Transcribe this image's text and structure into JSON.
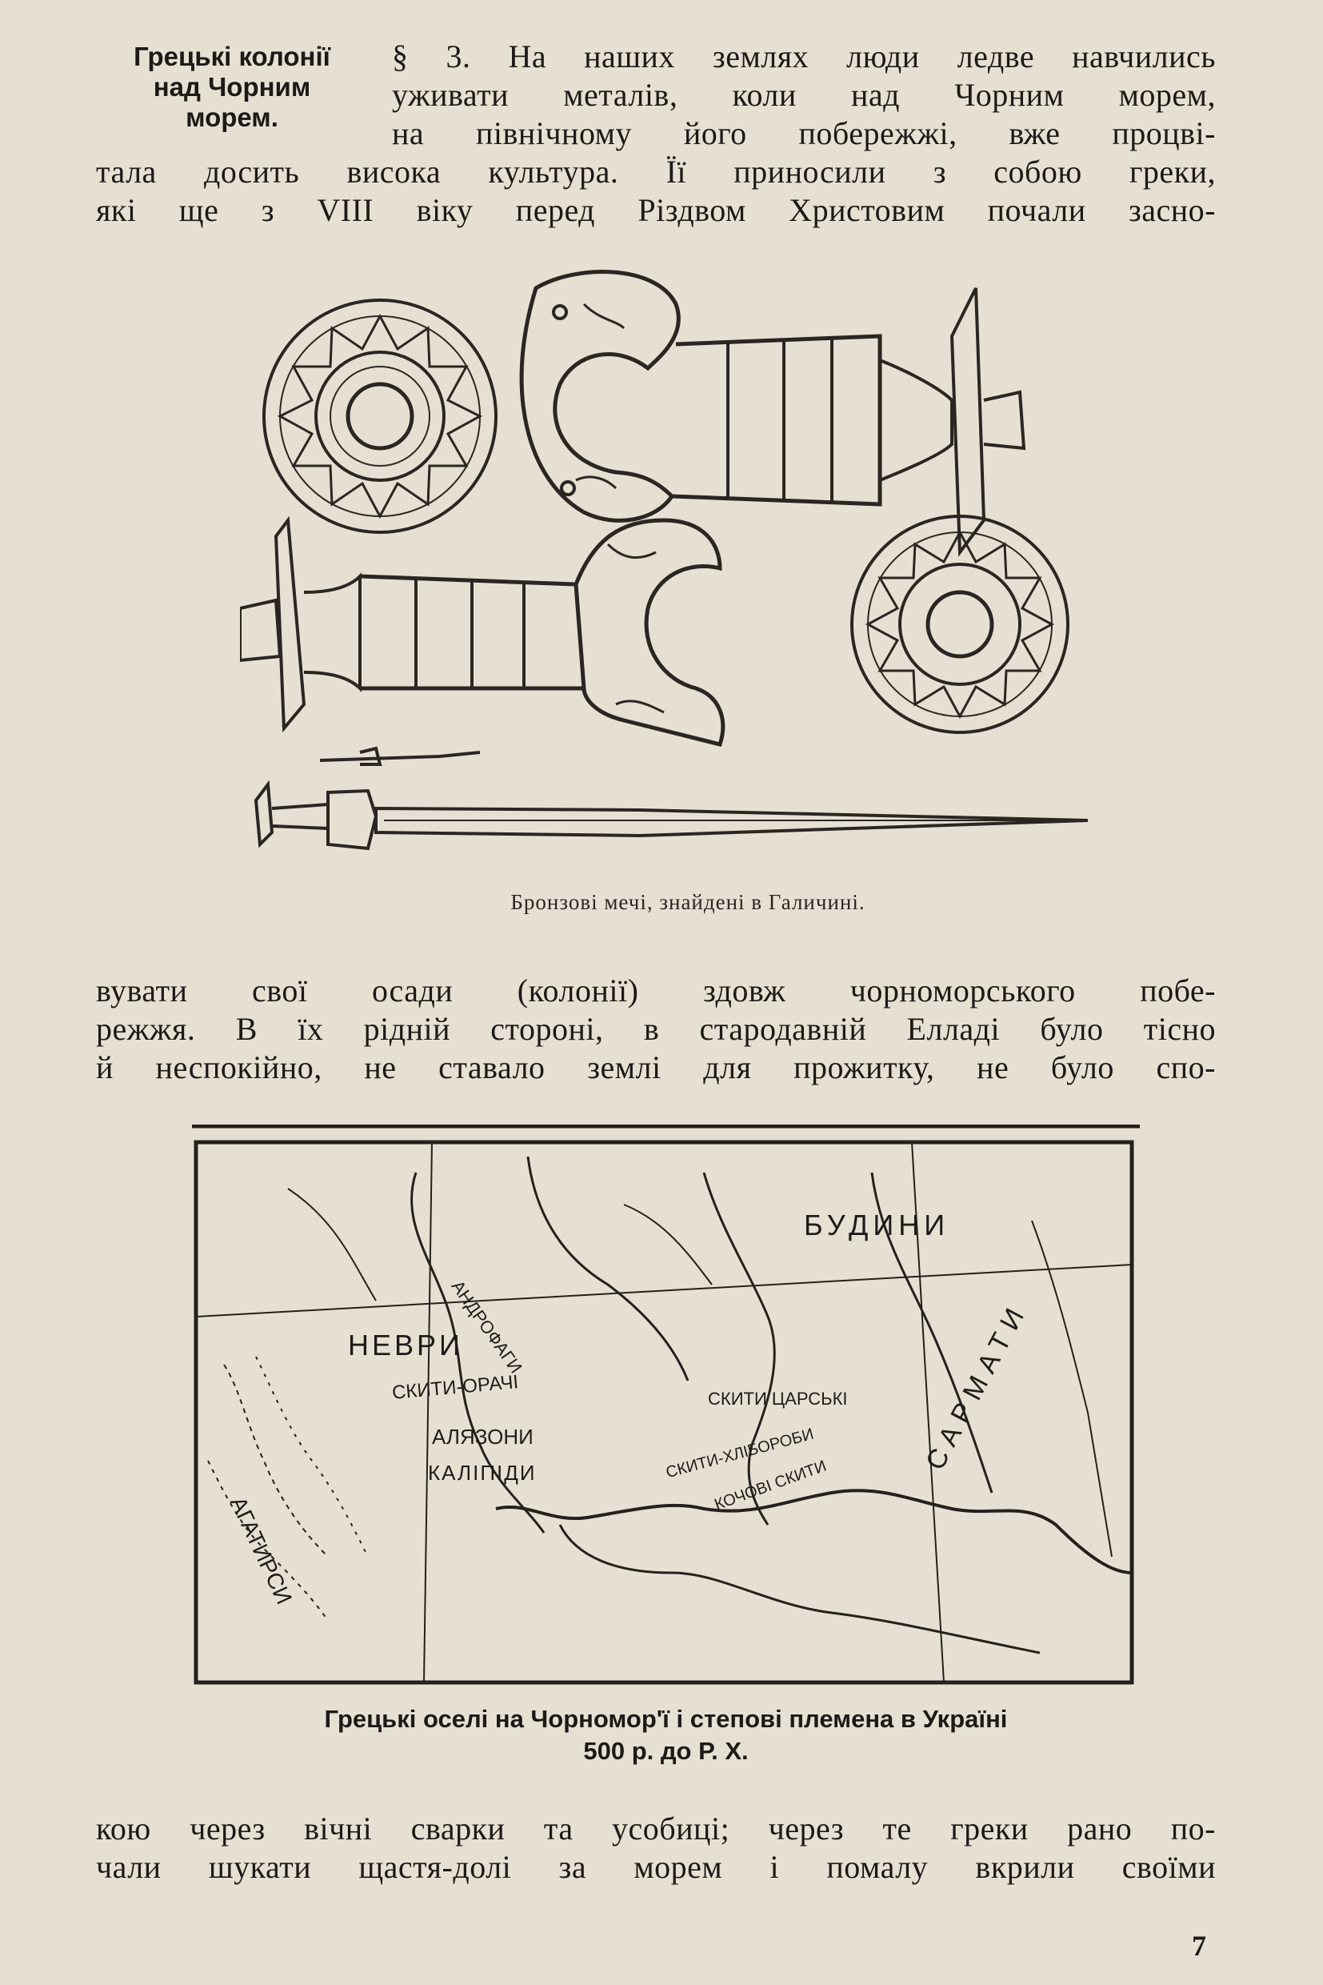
{
  "margin_note": [
    "Грецькі колонії",
    "над Чорним",
    "морем."
  ],
  "para1": [
    "§ 3. На наших землях люди ледве навчились",
    "уживати металів, коли над Чорним морем,",
    "на північному його побережжі, вже процві-",
    "тала досить висока культура. Її приносили з собою греки,",
    "які ще з VIII віку перед Різдвом Христовим почали засно-"
  ],
  "figure1_caption": "Бронзові мечі, знайдені в Галичині.",
  "para2": [
    "вувати свої осади (колонії) здовж чорноморського побе-",
    "режжя. В їх рідній стороні, в стародавній Елладі було тісно",
    "й неспокійно, не ставало землі для прожитку, не було спо-"
  ],
  "map_labels": {
    "budyny": "БУДИНИ",
    "nevry": "НЕВРИ",
    "androfagy": "АНДРОФАГИ",
    "skyty_orachi": "СКИТИ-ОРАЧІ",
    "alazony": "АЛЯЗОНИ",
    "kalipidy": "КАЛІПІДИ",
    "ahatyrsy": "АГАТИРСИ",
    "skyty_tsarski": "СКИТИ ЦАРСЬКІ",
    "skyty_khliboroby": "СКИТИ-ХЛІБОРОБИ",
    "kochovi_skyty": "КОЧОВІ СКИТИ",
    "sarmaty": "САРМАТИ"
  },
  "figure2_caption": [
    "Грецькі оселі на Чорномор'ї і степові племена в Україні",
    "500 р. до Р. Х."
  ],
  "para3": [
    "кою через вічні сварки та усобиці; через те греки рано по-",
    "чали шукати щастя-долі за морем і помалу вкрили своїми"
  ],
  "page_number": "7"
}
